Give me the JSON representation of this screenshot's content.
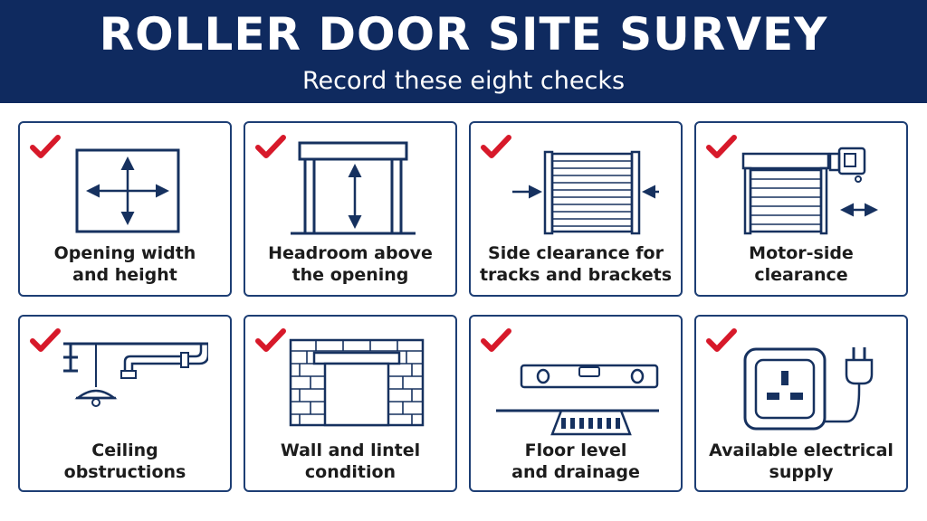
{
  "header": {
    "title": "ROLLER DOOR SITE SURVEY",
    "subtitle": "Record these eight checks"
  },
  "colors": {
    "header_bg": "#0f2a5f",
    "line_navy": "#16315f",
    "check_red": "#d7192a"
  },
  "cards": [
    {
      "icon": "opening-dimensions-icon",
      "checked": true,
      "label_lines": [
        "Opening width",
        "and height"
      ]
    },
    {
      "icon": "headroom-icon",
      "checked": true,
      "label_lines": [
        "Headroom above",
        "the opening"
      ]
    },
    {
      "icon": "side-clearance-icon",
      "checked": true,
      "label_lines": [
        "Side clearance for",
        "tracks and brackets"
      ]
    },
    {
      "icon": "motor-clearance-icon",
      "checked": true,
      "label_lines": [
        "Motor-side",
        "clearance"
      ]
    },
    {
      "icon": "ceiling-obstructions-icon",
      "checked": true,
      "label_lines": [
        "Ceiling",
        "obstructions"
      ]
    },
    {
      "icon": "brick-wall-lintel-icon",
      "checked": true,
      "label_lines": [
        "Wall and lintel",
        "condition"
      ]
    },
    {
      "icon": "spirit-level-drain-icon",
      "checked": true,
      "label_lines": [
        "Floor level",
        "and drainage"
      ]
    },
    {
      "icon": "power-socket-plug-icon",
      "checked": true,
      "label_lines": [
        "Available electrical",
        "supply"
      ]
    }
  ]
}
